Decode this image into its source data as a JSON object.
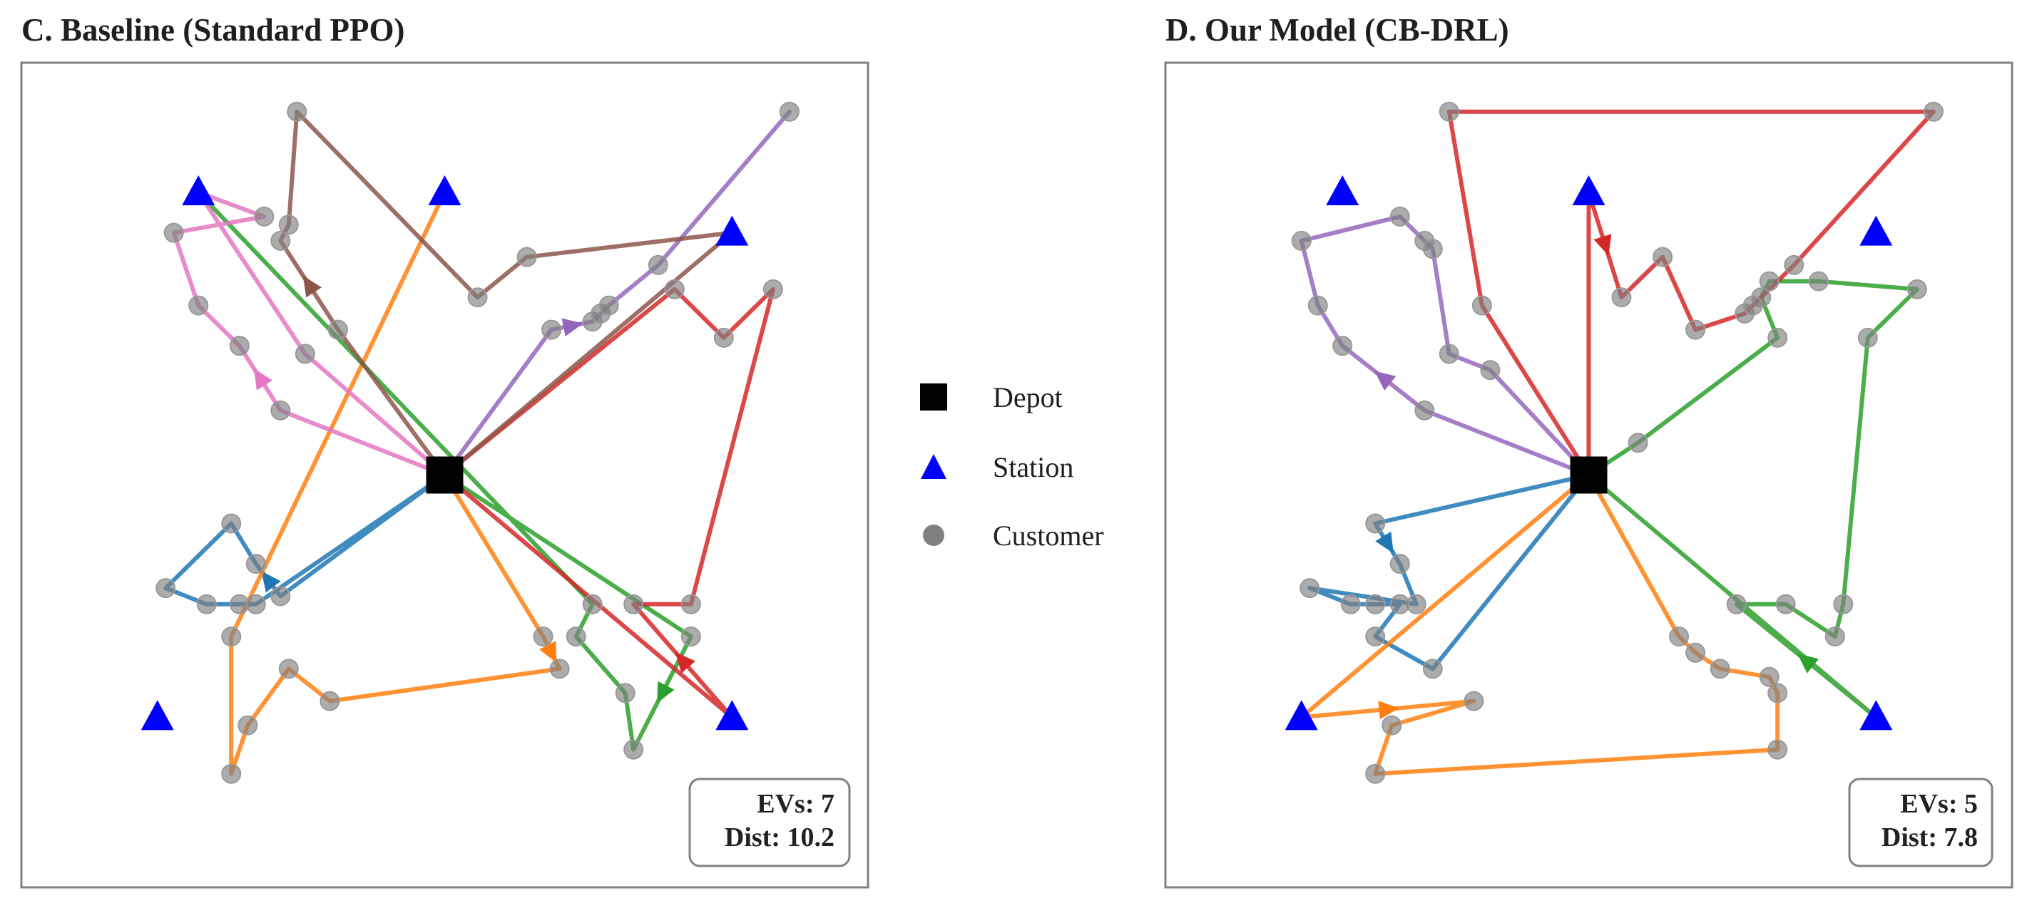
{
  "panels": [
    {
      "id": "C",
      "title": "C. Baseline (Standard PPO)",
      "stats": {
        "evs_label": "EVs: 7",
        "dist_label": "Dist: 10.2"
      },
      "depot": [
        0.5,
        0.5
      ],
      "stations": [
        [
          0.2,
          0.85
        ],
        [
          0.5,
          0.85
        ],
        [
          0.85,
          0.8
        ],
        [
          0.15,
          0.2
        ],
        [
          0.85,
          0.2
        ]
      ],
      "routes": [
        {
          "color": "#1f77b4",
          "points": [
            [
              0.5,
              0.5
            ],
            [
              0.3,
              0.35
            ],
            [
              0.27,
              0.39
            ],
            [
              0.24,
              0.44
            ],
            [
              0.16,
              0.36
            ],
            [
              0.21,
              0.34
            ],
            [
              0.25,
              0.34
            ],
            [
              0.27,
              0.34
            ],
            [
              0.5,
              0.5
            ]
          ]
        },
        {
          "color": "#ff7f0e",
          "points": [
            [
              0.5,
              0.5
            ],
            [
              0.62,
              0.3
            ],
            [
              0.64,
              0.26
            ],
            [
              0.36,
              0.22
            ],
            [
              0.31,
              0.26
            ],
            [
              0.26,
              0.19
            ],
            [
              0.24,
              0.13
            ],
            [
              0.24,
              0.3
            ],
            [
              0.5,
              0.85
            ]
          ]
        },
        {
          "color": "#2ca02c",
          "points": [
            [
              0.5,
              0.5
            ],
            [
              0.8,
              0.3
            ],
            [
              0.73,
              0.16
            ],
            [
              0.72,
              0.23
            ],
            [
              0.66,
              0.3
            ],
            [
              0.68,
              0.34
            ],
            [
              0.2,
              0.85
            ]
          ]
        },
        {
          "color": "#d62728",
          "points": [
            [
              0.5,
              0.5
            ],
            [
              0.85,
              0.2
            ],
            [
              0.73,
              0.34
            ],
            [
              0.8,
              0.34
            ],
            [
              0.9,
              0.73
            ],
            [
              0.84,
              0.67
            ],
            [
              0.78,
              0.73
            ],
            [
              0.5,
              0.5
            ]
          ]
        },
        {
          "color": "#9467bd",
          "points": [
            [
              0.5,
              0.5
            ],
            [
              0.63,
              0.68
            ],
            [
              0.68,
              0.69
            ],
            [
              0.69,
              0.7
            ],
            [
              0.7,
              0.71
            ],
            [
              0.76,
              0.76
            ],
            [
              0.92,
              0.95
            ]
          ]
        },
        {
          "color": "#8c564b",
          "points": [
            [
              0.5,
              0.5
            ],
            [
              0.37,
              0.68
            ],
            [
              0.3,
              0.79
            ],
            [
              0.31,
              0.81
            ],
            [
              0.32,
              0.95
            ],
            [
              0.54,
              0.72
            ],
            [
              0.6,
              0.77
            ],
            [
              0.85,
              0.8
            ],
            [
              0.5,
              0.5
            ]
          ]
        },
        {
          "color": "#e377c2",
          "points": [
            [
              0.5,
              0.5
            ],
            [
              0.3,
              0.58
            ],
            [
              0.25,
              0.66
            ],
            [
              0.2,
              0.71
            ],
            [
              0.17,
              0.8
            ],
            [
              0.28,
              0.82
            ],
            [
              0.2,
              0.85
            ],
            [
              0.33,
              0.65
            ],
            [
              0.5,
              0.5
            ]
          ]
        }
      ]
    },
    {
      "id": "D",
      "title": "D. Our Model (CB-DRL)",
      "stats": {
        "evs_label": "EVs: 5",
        "dist_label": "Dist: 7.8"
      },
      "depot": [
        0.5,
        0.5
      ],
      "stations": [
        [
          0.2,
          0.85
        ],
        [
          0.5,
          0.85
        ],
        [
          0.85,
          0.8
        ],
        [
          0.15,
          0.2
        ],
        [
          0.85,
          0.2
        ]
      ],
      "routes": [
        {
          "color": "#1f77b4",
          "points": [
            [
              0.5,
              0.5
            ],
            [
              0.24,
              0.44
            ],
            [
              0.27,
              0.39
            ],
            [
              0.29,
              0.34
            ],
            [
              0.16,
              0.36
            ],
            [
              0.21,
              0.34
            ],
            [
              0.24,
              0.34
            ],
            [
              0.27,
              0.34
            ],
            [
              0.24,
              0.3
            ],
            [
              0.31,
              0.26
            ],
            [
              0.5,
              0.5
            ]
          ]
        },
        {
          "color": "#ff7f0e",
          "points": [
            [
              0.5,
              0.5
            ],
            [
              0.15,
              0.2
            ],
            [
              0.36,
              0.22
            ],
            [
              0.26,
              0.19
            ],
            [
              0.24,
              0.13
            ],
            [
              0.73,
              0.16
            ],
            [
              0.73,
              0.23
            ],
            [
              0.72,
              0.25
            ],
            [
              0.66,
              0.26
            ],
            [
              0.63,
              0.28
            ],
            [
              0.61,
              0.3
            ],
            [
              0.5,
              0.5
            ]
          ]
        },
        {
          "color": "#2ca02c",
          "points": [
            [
              0.5,
              0.5
            ],
            [
              0.85,
              0.2
            ],
            [
              0.68,
              0.34
            ],
            [
              0.74,
              0.34
            ],
            [
              0.8,
              0.3
            ],
            [
              0.81,
              0.34
            ],
            [
              0.84,
              0.67
            ],
            [
              0.9,
              0.73
            ],
            [
              0.78,
              0.74
            ],
            [
              0.72,
              0.74
            ],
            [
              0.71,
              0.72
            ],
            [
              0.73,
              0.67
            ],
            [
              0.56,
              0.54
            ],
            [
              0.5,
              0.5
            ]
          ]
        },
        {
          "color": "#d62728",
          "points": [
            [
              0.5,
              0.5
            ],
            [
              0.5,
              0.85
            ],
            [
              0.54,
              0.72
            ],
            [
              0.59,
              0.77
            ],
            [
              0.63,
              0.68
            ],
            [
              0.69,
              0.7
            ],
            [
              0.7,
              0.71
            ],
            [
              0.75,
              0.76
            ],
            [
              0.92,
              0.95
            ],
            [
              0.33,
              0.95
            ],
            [
              0.37,
              0.71
            ],
            [
              0.5,
              0.5
            ]
          ]
        },
        {
          "color": "#9467bd",
          "points": [
            [
              0.5,
              0.5
            ],
            [
              0.3,
              0.58
            ],
            [
              0.2,
              0.66
            ],
            [
              0.17,
              0.71
            ],
            [
              0.15,
              0.79
            ],
            [
              0.27,
              0.82
            ],
            [
              0.3,
              0.79
            ],
            [
              0.31,
              0.78
            ],
            [
              0.33,
              0.65
            ],
            [
              0.38,
              0.63
            ],
            [
              0.5,
              0.5
            ]
          ]
        }
      ]
    }
  ],
  "legend": {
    "items": [
      {
        "label": "Depot",
        "marker": "square",
        "color": "#000000"
      },
      {
        "label": "Station",
        "marker": "triangle",
        "color": "#0000ff"
      },
      {
        "label": "Customer",
        "marker": "circle",
        "color": "#808080"
      }
    ]
  }
}
